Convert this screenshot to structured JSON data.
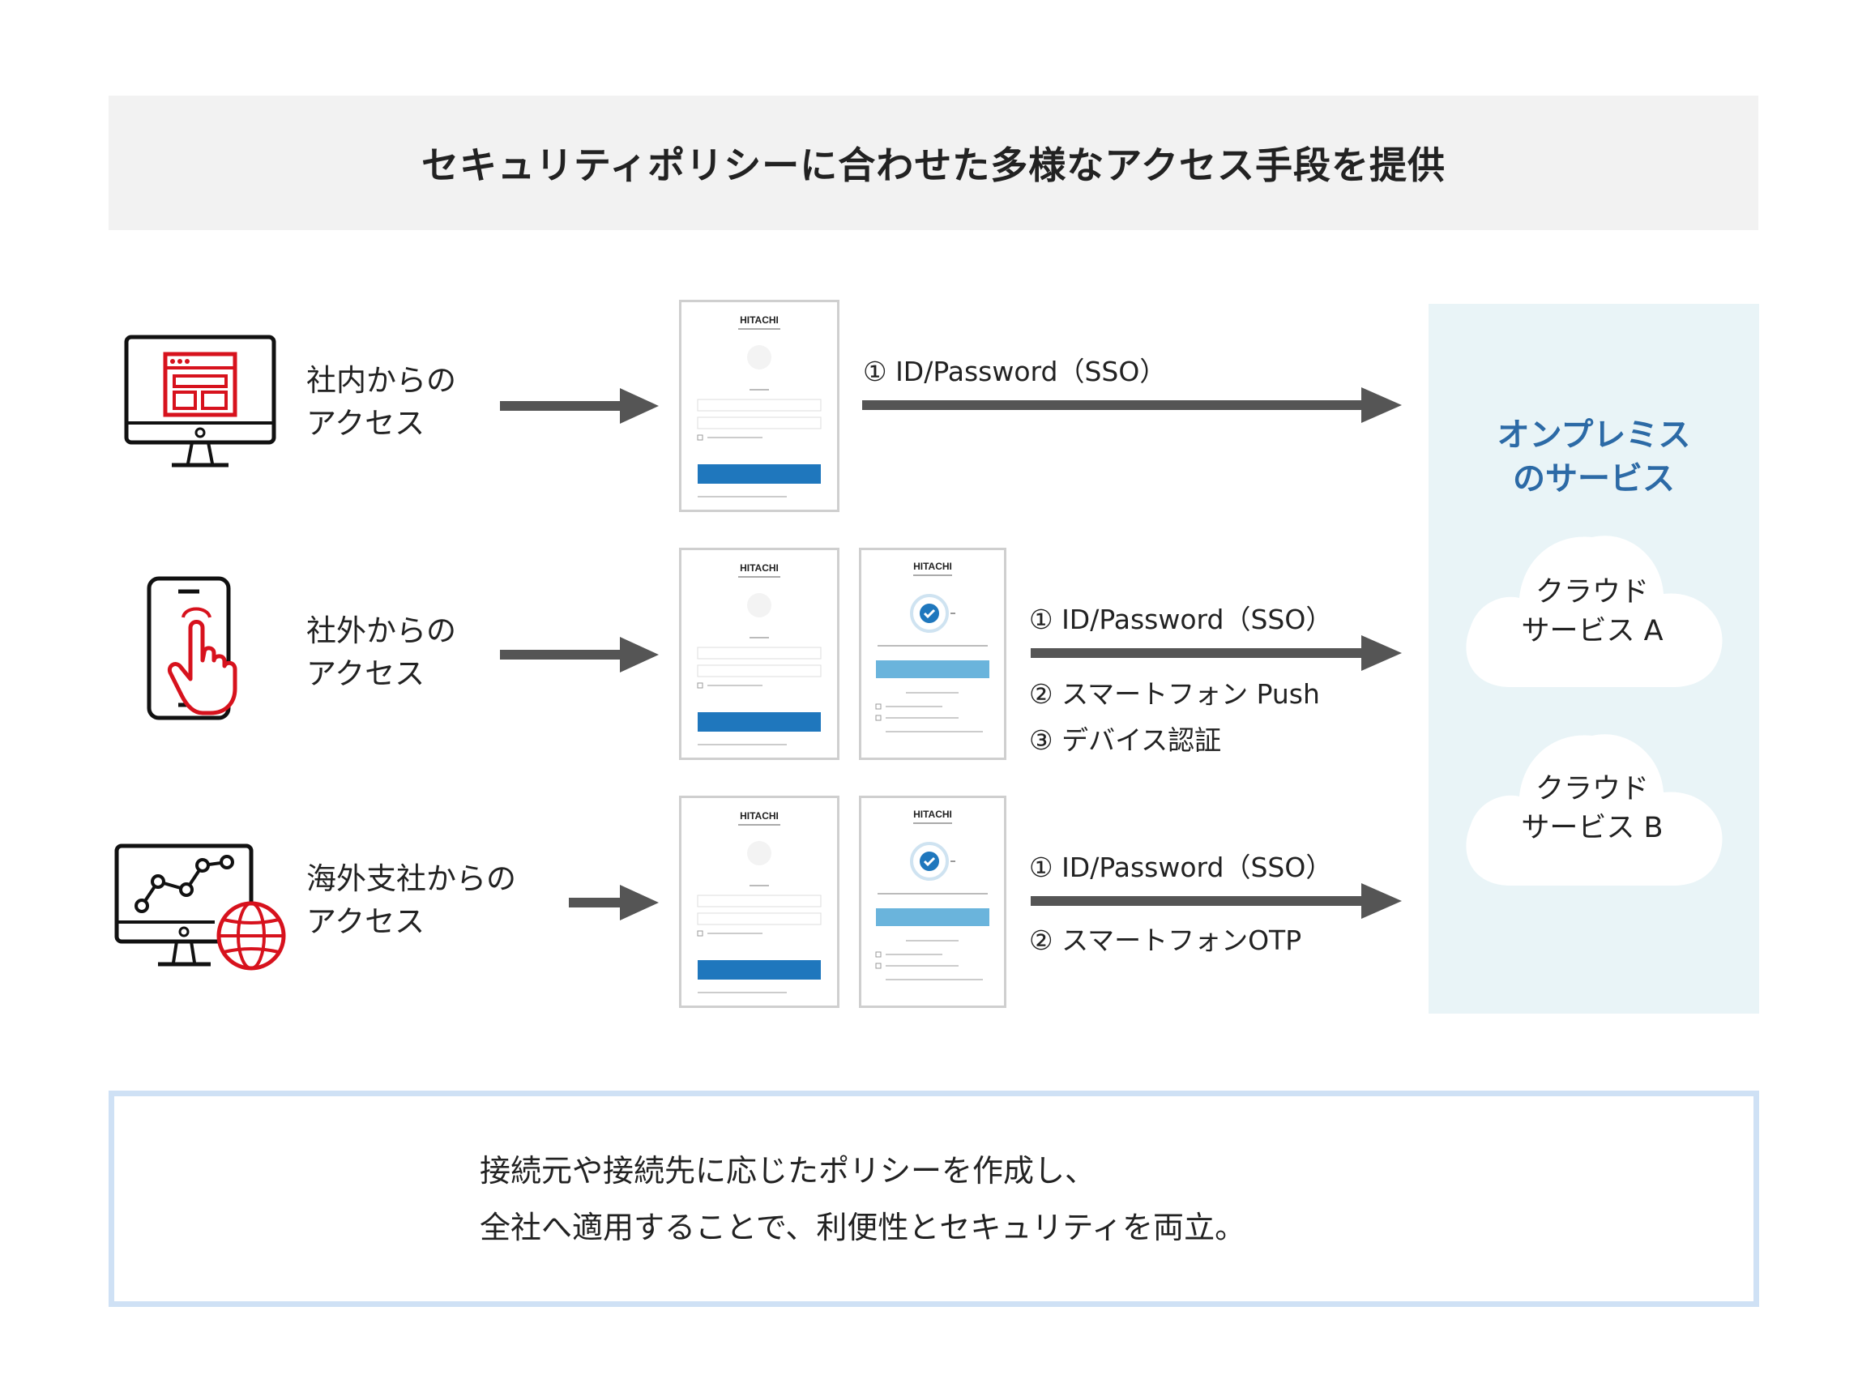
{
  "header": {
    "title": "セキュリティポリシーに合わせた多様なアクセス手段を提供"
  },
  "rows": [
    {
      "label_line1": "社内からの",
      "label_line2": "アクセス",
      "steps": [
        "① ID/Password（SSO）"
      ],
      "icon": "desktop-browser-icon"
    },
    {
      "label_line1": "社外からの",
      "label_line2": "アクセス",
      "steps": [
        "① ID/Password（SSO）",
        "② スマートフォン Push",
        "③ デバイス認証"
      ],
      "icon": "smartphone-touch-icon"
    },
    {
      "label_line1": "海外支社からの",
      "label_line2": "アクセス",
      "steps": [
        "① ID/Password（SSO）",
        "② スマートフォンOTP"
      ],
      "icon": "monitor-globe-icon"
    }
  ],
  "login_card": {
    "brand": "HITACHI"
  },
  "services": {
    "onprem_line1": "オンプレミス",
    "onprem_line2": "のサービス",
    "cloud_a_line1": "クラウド",
    "cloud_a_line2": "サービス A",
    "cloud_b_line1": "クラウド",
    "cloud_b_line2": "サービス B"
  },
  "summary": {
    "line1": "接続元や接続先に応じたポリシーを作成し、",
    "line2": "全社へ適用することで、利便性とセキュリティを両立。"
  },
  "colors": {
    "accent_red": "#d7121d",
    "arrow_gray": "#555555",
    "onprem_blue": "#2c6aa6",
    "panel_bg": "#e9f4f7",
    "summary_border": "#cfe1f5"
  }
}
